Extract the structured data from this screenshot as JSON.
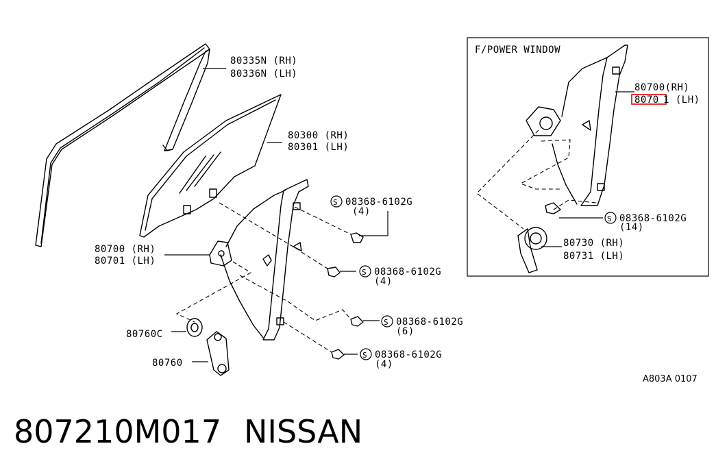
{
  "labels": {
    "sash_rh": "80335N (RH)",
    "sash_lh": "80336N (LH)",
    "glass_rh": "80300 (RH)",
    "glass_lh": "80301 (LH)",
    "reg_rh": "80700 (RH)",
    "reg_lh": "80701 (LH)",
    "bolt1_pn": "08368-6102G",
    "bolt1_qty": "(4)",
    "bolt2_pn": "08368-6102G",
    "bolt2_qty": "(4)",
    "bolt3_pn": "08368-6102G",
    "bolt3_qty": "(6)",
    "bolt4_pn": "08368-6102G",
    "bolt4_qty": "(4)",
    "escutcheon": "80760C",
    "handle": "80760",
    "s_mark": "S",
    "inset_title": "F/POWER WINDOW",
    "inset_reg_rh": "80700(RH)",
    "inset_reg_lh_hl": "8070",
    "inset_reg_lh_rest": "1 (LH)",
    "inset_bolt_pn": "08368-6102G",
    "inset_bolt_qty": "(14)",
    "motor_rh": "80730 (RH)",
    "motor_lh": "80731 (LH)",
    "diagram_code": "A803A 0107"
  },
  "footer": {
    "part_number": "807210M017",
    "brand": "NISSAN"
  },
  "colors": {
    "line": "#000000",
    "highlight": "#e00000"
  }
}
